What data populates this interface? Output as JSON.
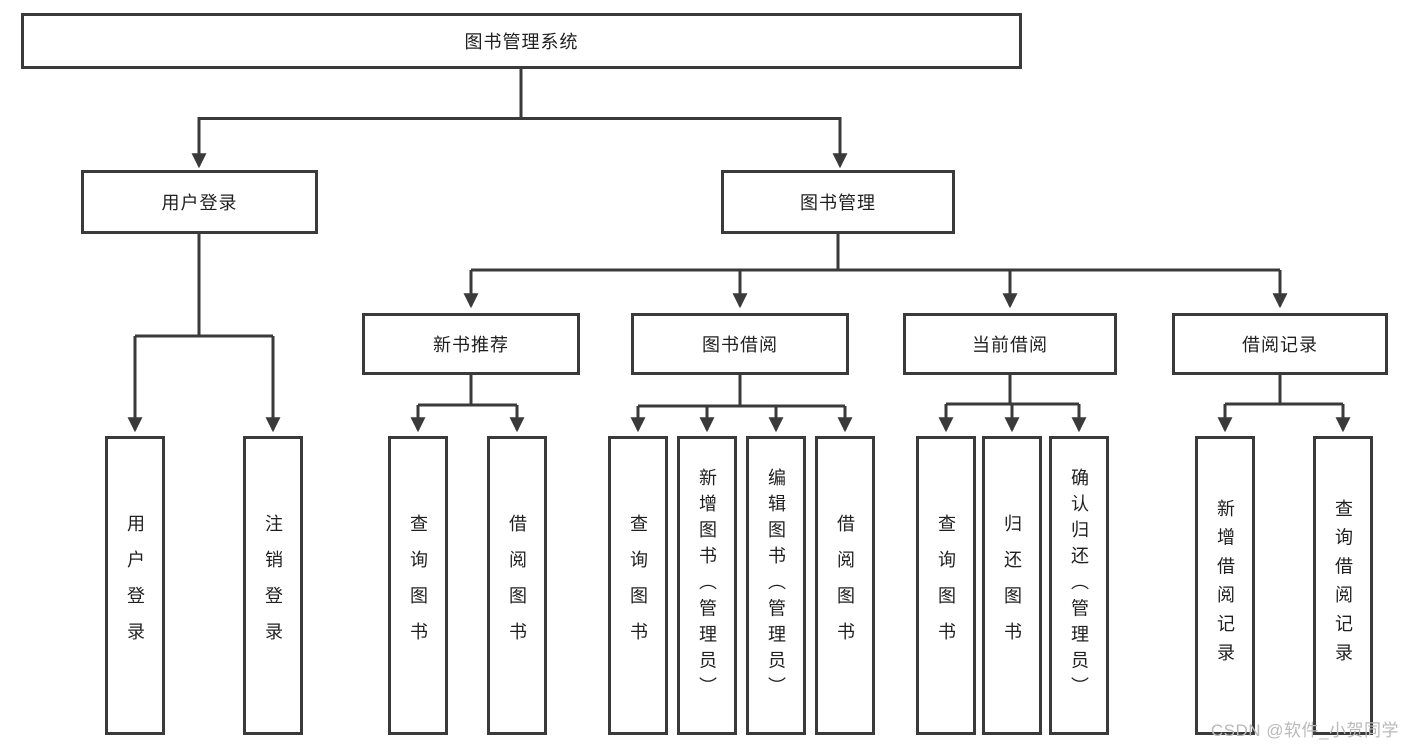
{
  "tree": {
    "root": {
      "label": "图书管理系统"
    },
    "branches": [
      {
        "label": "用户登录",
        "children": [
          {
            "label": "用户登录"
          },
          {
            "label": "注销登录"
          }
        ]
      },
      {
        "label": "图书管理",
        "children": [
          {
            "label": "新书推荐",
            "children": [
              {
                "label": "查询图书"
              },
              {
                "label": "借阅图书"
              }
            ]
          },
          {
            "label": "图书借阅",
            "children": [
              {
                "label": "查询图书"
              },
              {
                "label": "新增图书（管理员）"
              },
              {
                "label": "编辑图书（管理员）"
              },
              {
                "label": "借阅图书"
              }
            ]
          },
          {
            "label": "当前借阅",
            "children": [
              {
                "label": "查询图书"
              },
              {
                "label": "归还图书"
              },
              {
                "label": "确认归还（管理员）"
              }
            ]
          },
          {
            "label": "借阅记录",
            "children": [
              {
                "label": "新增借阅记录"
              },
              {
                "label": "查询借阅记录"
              }
            ]
          }
        ]
      }
    ]
  },
  "watermark": {
    "text": "CSDN @软件_小贺同学"
  },
  "colors": {
    "line": "#3a3a3a",
    "text": "#1f1f1f",
    "watermark_gray": "#b9b9b9",
    "background": "#ffffff"
  }
}
